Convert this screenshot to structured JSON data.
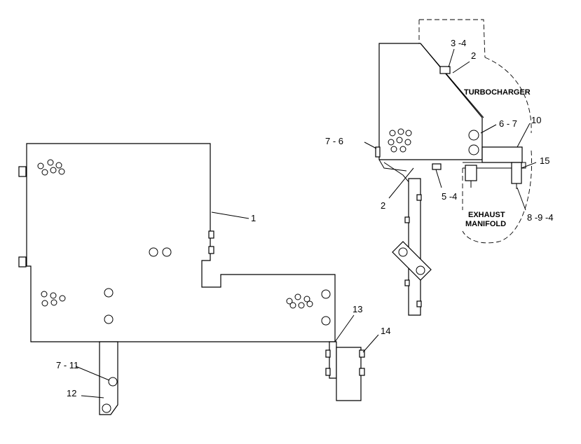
{
  "callouts": {
    "c1": "1",
    "c2a": "2",
    "c2b": "2",
    "c34": "3 -4",
    "c54": "5 -4",
    "c67": "6 - 7",
    "c76": "7 - 6",
    "c711": "7 - 11",
    "c894": "8 -9 -4",
    "c10": "10",
    "c12": "12",
    "c13": "13",
    "c14": "14",
    "c15": "15"
  },
  "notes": {
    "turbocharger": "TURBOCHARGER",
    "exhaust": "EXHAUST",
    "manifold": "MANIFOLD"
  }
}
